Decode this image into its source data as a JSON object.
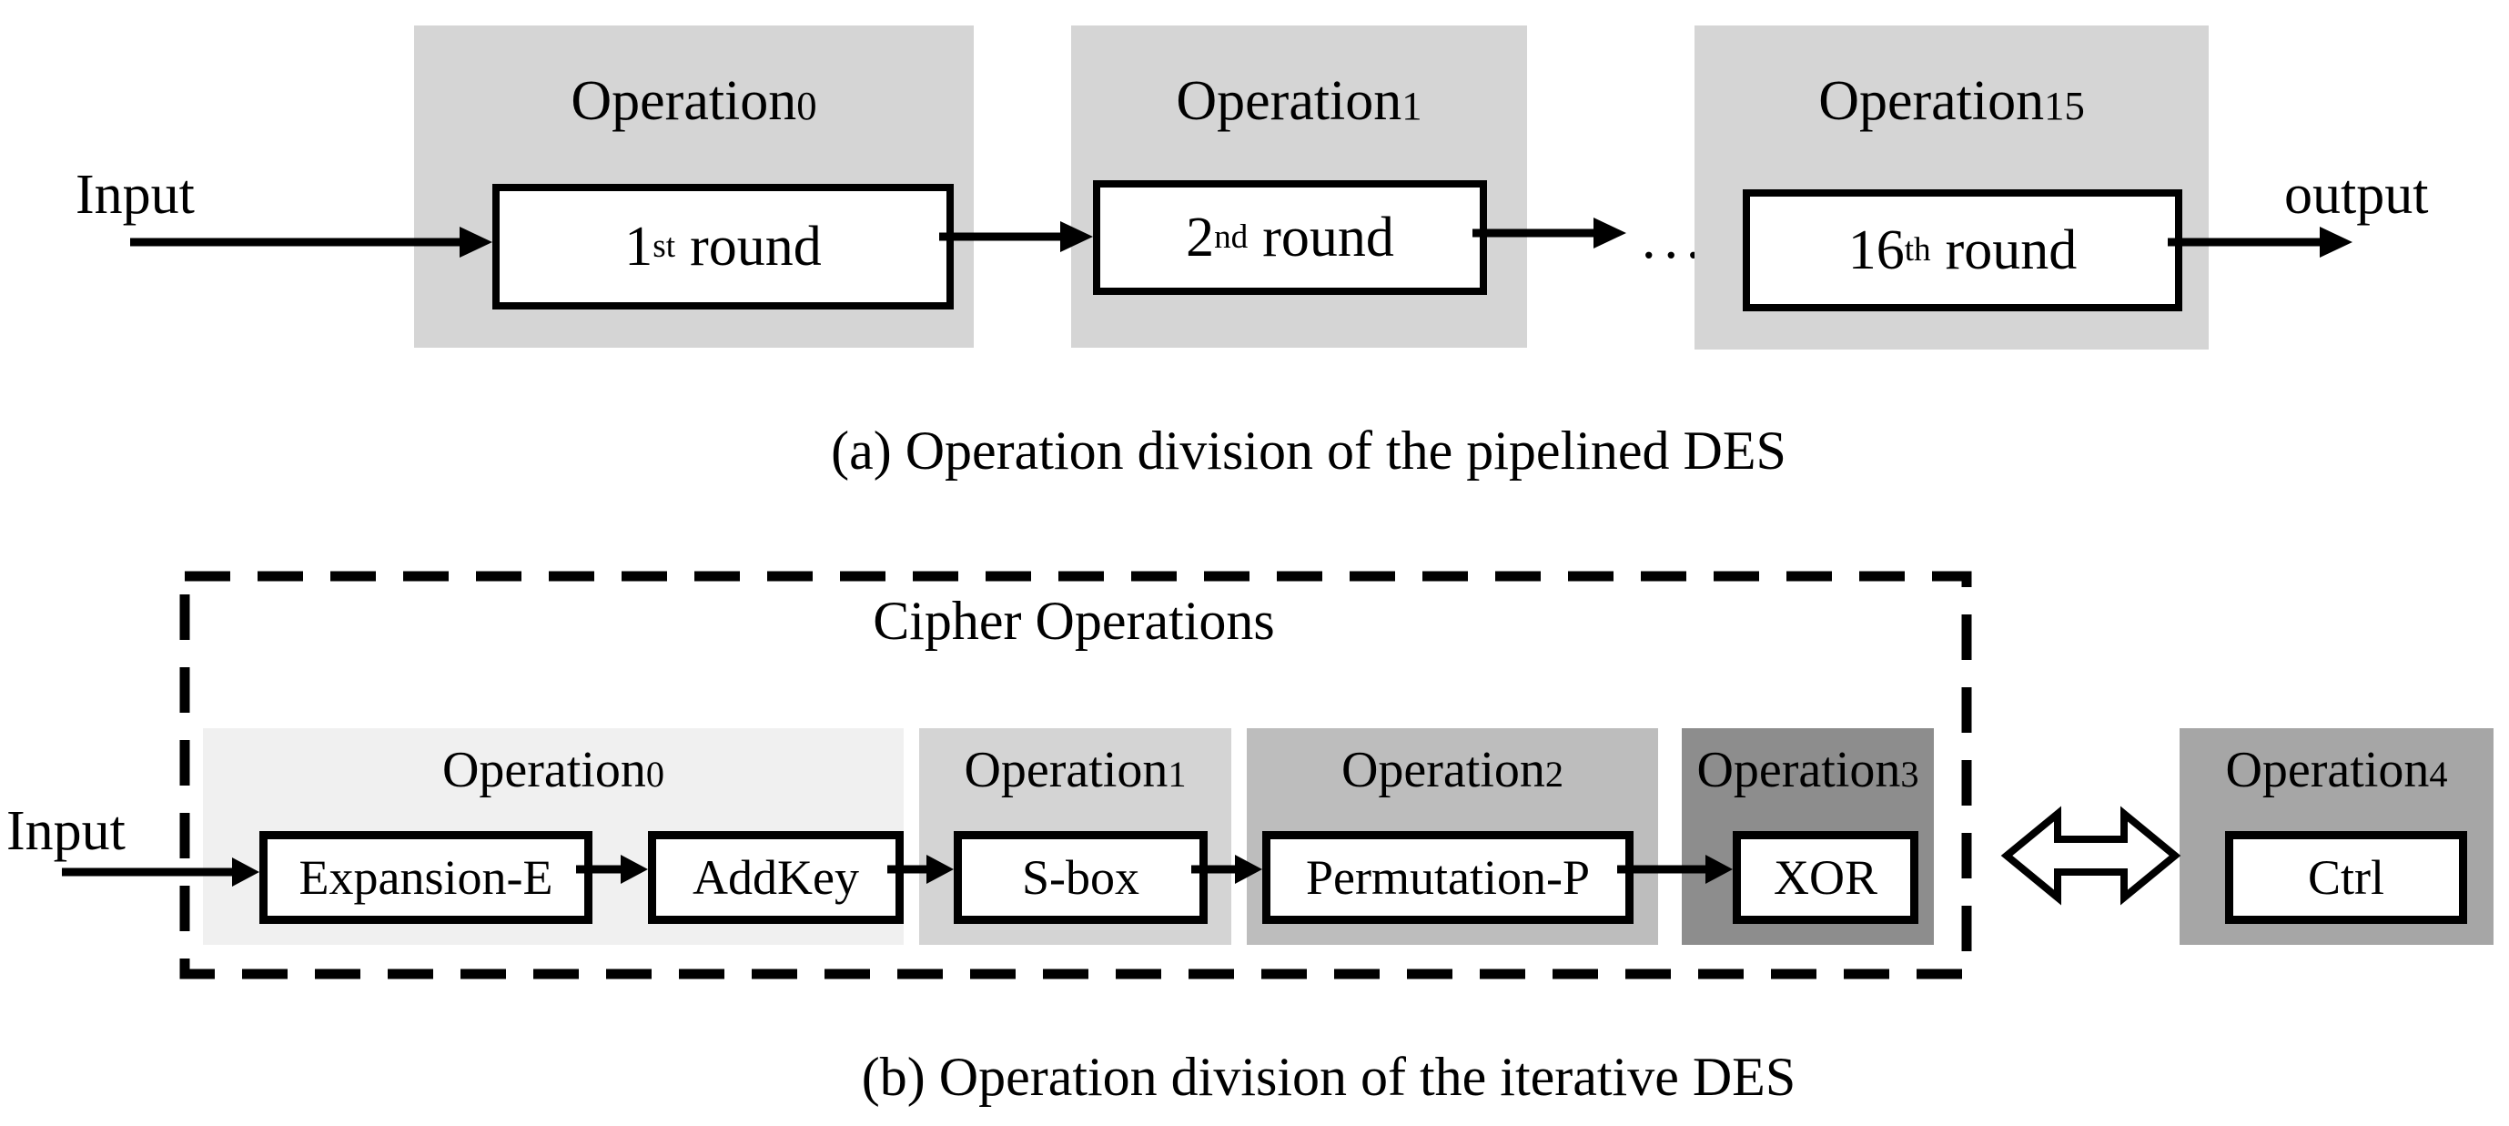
{
  "pipelined": {
    "caption": "(a) Operation division of the pipelined DES",
    "input_label": "Input",
    "output_label": "output",
    "ellipsis": "...",
    "stages": [
      {
        "op_name": "Operation",
        "op_index": "0",
        "round_main": "1",
        "round_ord": "st",
        "round_word": "round"
      },
      {
        "op_name": "Operation",
        "op_index": "1",
        "round_main": "2",
        "round_ord": "nd",
        "round_word": "round"
      },
      {
        "op_name": "Operation",
        "op_index": "15",
        "round_main": "16",
        "round_ord": "th",
        "round_word": "round"
      }
    ]
  },
  "iterative": {
    "caption": "(b) Operation division of the iterative DES",
    "container_title": "Cipher Operations",
    "input_label": "Input",
    "operations": [
      {
        "op_name": "Operation",
        "op_index": "0",
        "panel_color": "#f0f0f0",
        "boxes": [
          {
            "label": "Expansion-E"
          },
          {
            "label": "AddKey"
          }
        ]
      },
      {
        "op_name": "Operation",
        "op_index": "1",
        "panel_color": "#d4d4d4",
        "boxes": [
          {
            "label": "S-box"
          }
        ]
      },
      {
        "op_name": "Operation",
        "op_index": "2",
        "panel_color": "#bdbdbd",
        "boxes": [
          {
            "label": "Permutation-P"
          }
        ]
      },
      {
        "op_name": "Operation",
        "op_index": "3",
        "panel_color": "#8d8d8d",
        "boxes": [
          {
            "label": "XOR"
          }
        ]
      },
      {
        "op_name": "Operation",
        "op_index": "4",
        "panel_color": "#a6a6a6",
        "boxes": [
          {
            "label": "Ctrl"
          }
        ]
      }
    ]
  },
  "colors": {
    "stage_panel": "#d5d5d5",
    "line": "#000000",
    "background": "#ffffff"
  }
}
